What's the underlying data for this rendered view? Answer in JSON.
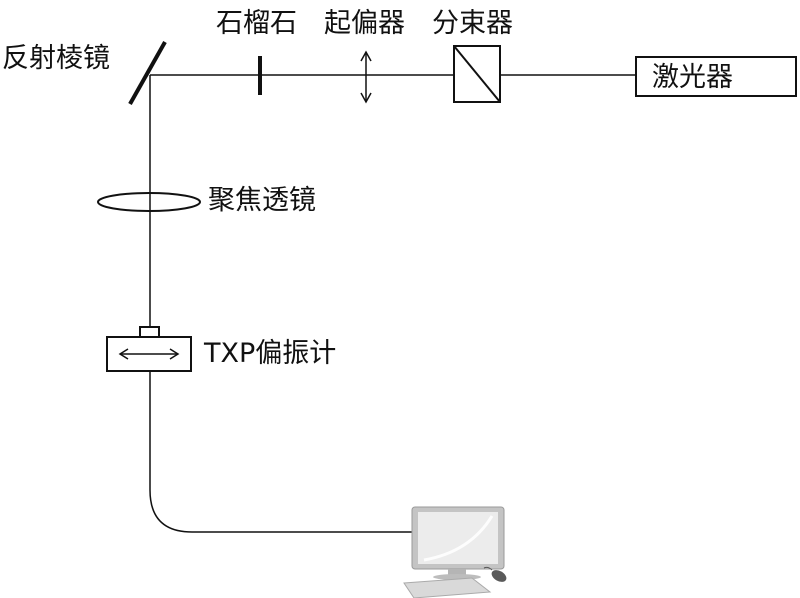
{
  "labels": {
    "mirror": "反射棱镜",
    "garnet": "石榴石",
    "polarizer": "起偏器",
    "splitter": "分束器",
    "laser": "激光器",
    "lens": "聚焦透镜",
    "txp": "TXP偏振计"
  },
  "colors": {
    "line": "#111111",
    "monitor_frame": "#c4c4c4",
    "monitor_screen": "#e9e9e9",
    "keyboard": "#d6d6d6",
    "mouse": "#555555"
  }
}
